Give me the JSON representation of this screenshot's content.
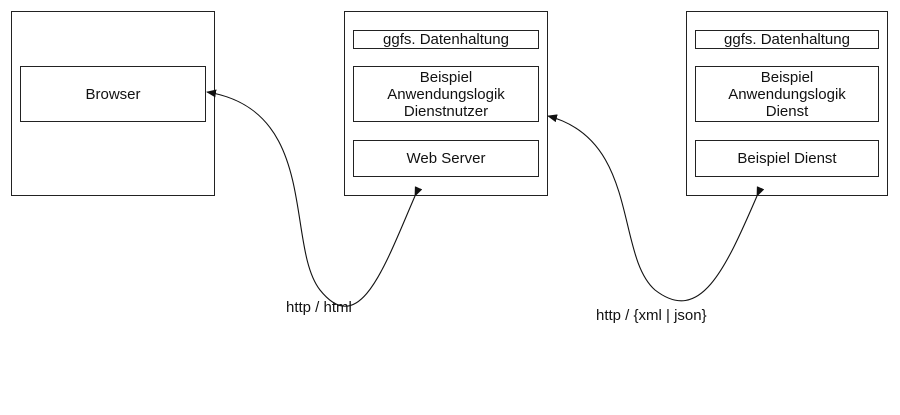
{
  "nodes": {
    "client": {
      "browser": "Browser"
    },
    "app_server": {
      "storage": "ggfs. Datenhaltung",
      "logic": [
        "Beispiel",
        "Anwendungslogik",
        "Dienstnutzer"
      ],
      "web_server": "Web Server"
    },
    "service_server": {
      "storage": "ggfs. Datenhaltung",
      "logic": [
        "Beispiel",
        "Anwendungslogik",
        "Dienst"
      ],
      "service": "Beispiel Dienst"
    }
  },
  "edges": {
    "browser_web": {
      "label": "http / html"
    },
    "app_service": {
      "label": "http / {xml | json}"
    }
  }
}
